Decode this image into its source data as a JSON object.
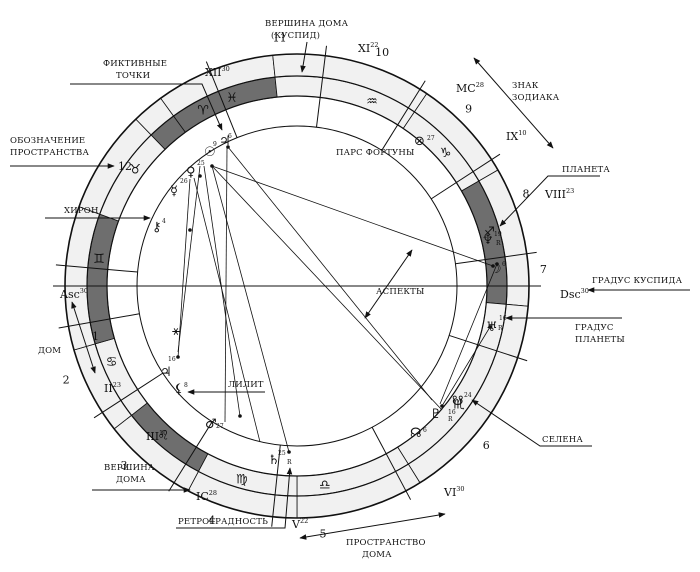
{
  "colors": {
    "light_sector": "#f1f1f1",
    "dark_sector": "#6e6e6e",
    "line": "#111111"
  },
  "callouts": {
    "cusp_top": [
      "ВЕРШИНА ДОМА",
      "(КУСПИД)"
    ],
    "fictive": [
      "ФИКТИВНЫЕ",
      "ТОЧКИ"
    ],
    "space_label": [
      "ОБОЗНАЧЕНИЕ",
      "ПРОСТРАНСТВА"
    ],
    "chiron": "ХИРОН",
    "house": "ДОМ",
    "house_cusp_bottom": [
      "ВЕРШИНА",
      "ДОМА"
    ],
    "retrograde": "РЕТРОГРАДНОСТЬ",
    "house_space": [
      "ПРОСТРАНСТВО",
      "ДОМА"
    ],
    "lilith": "ЛИЛИТ",
    "selena": "СЕЛЕНА",
    "planet_degree": [
      "ГРАДУС",
      "ПЛАНЕТЫ"
    ],
    "cusp_degree": "ГРАДУС КУСПИДА",
    "planet": "ПЛАНЕТА",
    "zodiac_sign": [
      "ЗНАК",
      "ЗОДИАКА"
    ],
    "aspects": "АСПЕКТЫ",
    "part_of_fortune": "ПАРС ФОРТУНЫ"
  },
  "house_numbers": [
    "11",
    "10",
    "9",
    "8",
    "7",
    "6",
    "5",
    "4",
    "3",
    "2",
    "1",
    "12"
  ],
  "cusps": [
    {
      "label": "XI",
      "deg": "22"
    },
    {
      "label": "MC",
      "deg": "28"
    },
    {
      "label": "IX",
      "deg": "10"
    },
    {
      "label": "VIII",
      "deg": "23"
    },
    {
      "label": "Dsc",
      "deg": "30"
    },
    {
      "label": "VI",
      "deg": "30"
    },
    {
      "label": "V",
      "deg": "22"
    },
    {
      "label": "IC",
      "deg": "28"
    },
    {
      "label": "III",
      "deg": "10"
    },
    {
      "label": "II",
      "deg": "23"
    },
    {
      "label": "Asc",
      "deg": "30"
    },
    {
      "label": "XII",
      "deg": "30"
    }
  ],
  "zodiac_signs": [
    {
      "name": "pisces-icon",
      "glyph": "♓",
      "dark": true
    },
    {
      "name": "aquarius-icon",
      "glyph": "♒",
      "dark": false
    },
    {
      "name": "capricorn-icon",
      "glyph": "♑",
      "dark": false
    },
    {
      "name": "sagittarius-icon",
      "glyph": "♐",
      "dark": true
    },
    {
      "name": "scorpio-icon",
      "glyph": "♏",
      "dark": false
    },
    {
      "name": "libra-icon",
      "glyph": "♎",
      "dark": false
    },
    {
      "name": "virgo-icon",
      "glyph": "♍",
      "dark": false
    },
    {
      "name": "leo-icon",
      "glyph": "♌",
      "dark": true
    },
    {
      "name": "cancer-icon",
      "glyph": "♋",
      "dark": false
    },
    {
      "name": "gemini-icon",
      "glyph": "♊",
      "dark": true
    },
    {
      "name": "taurus-icon",
      "glyph": "♉",
      "dark": false
    },
    {
      "name": "aries-icon",
      "glyph": "♈",
      "dark": true
    }
  ],
  "planets": [
    {
      "name": "sun-icon",
      "glyph": "☉",
      "deg": "9"
    },
    {
      "name": "jupiter-icon",
      "glyph": "♃",
      "deg": "6"
    },
    {
      "name": "venus-icon",
      "glyph": "♀",
      "deg": "25"
    },
    {
      "name": "mercury-icon",
      "glyph": "☿",
      "deg": "26"
    },
    {
      "name": "chiron-icon",
      "glyph": "⚷",
      "deg": "4"
    },
    {
      "name": "mars-icon",
      "glyph": "♂",
      "deg": "27"
    },
    {
      "name": "saturn-icon",
      "glyph": "♄",
      "deg": "25",
      "retro": "R"
    },
    {
      "name": "pluto-icon",
      "glyph": "♇",
      "deg": "16",
      "retro": "R"
    },
    {
      "name": "selena-icon",
      "glyph": "☊",
      "deg": "6"
    },
    {
      "name": "neptune-icon",
      "glyph": "♆",
      "deg": "19",
      "retro": "R"
    },
    {
      "name": "moon-icon",
      "glyph": "☽",
      "deg": "6"
    },
    {
      "name": "uranus-icon",
      "glyph": "♅",
      "deg": "16",
      "retro": "R"
    },
    {
      "name": "lilith-icon",
      "glyph": "⚸",
      "deg": "8"
    },
    {
      "name": "fortune-icon",
      "glyph": "⊗",
      "deg": "27"
    },
    {
      "name": "node-icon",
      "glyph": "☋",
      "deg": "24"
    },
    {
      "name": "lot-icon",
      "glyph": "♃",
      "deg": "16"
    },
    {
      "name": "fictive-icon",
      "glyph": "⚹",
      "deg": "28"
    }
  ]
}
